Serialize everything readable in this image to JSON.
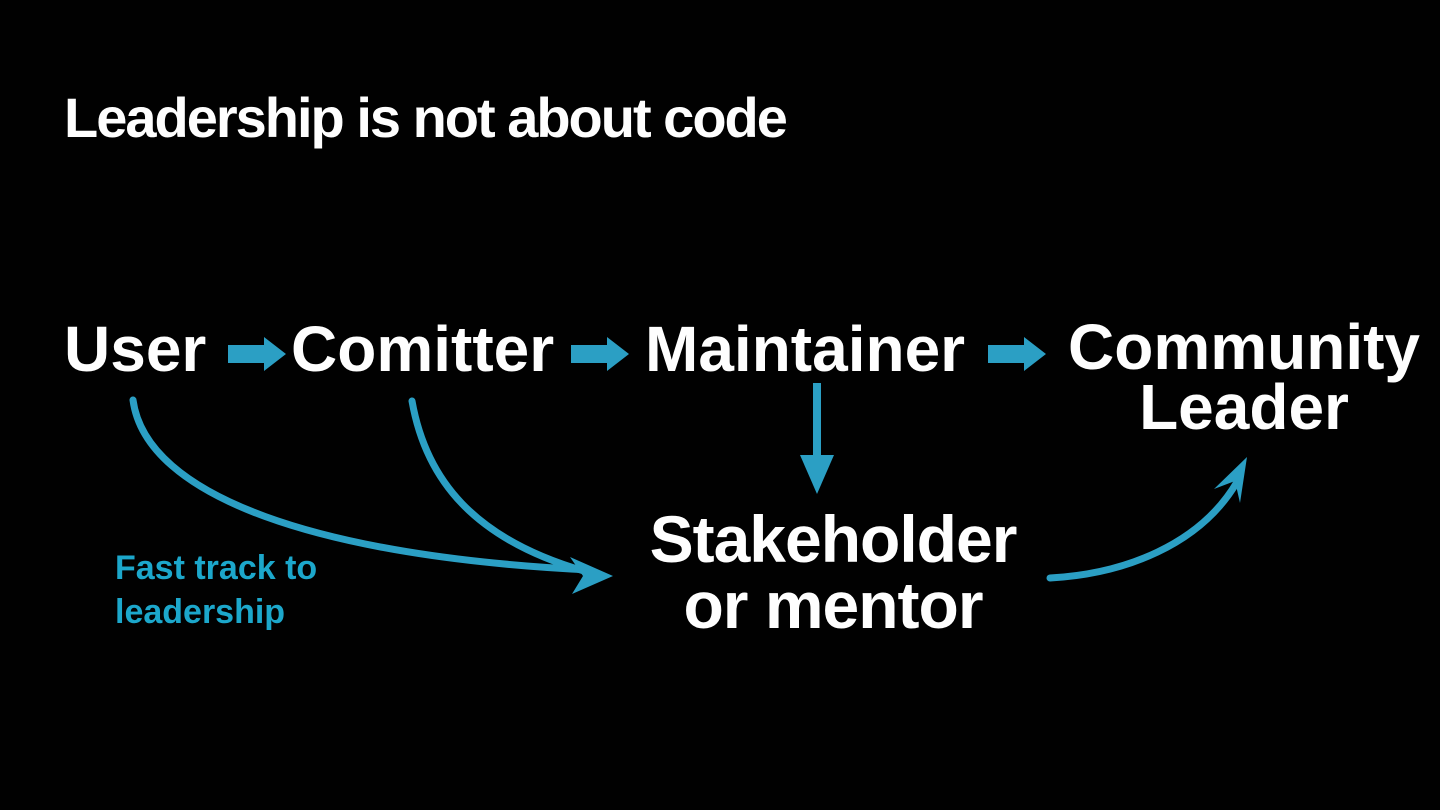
{
  "title": "Leadership is not about code",
  "colors": {
    "background": "#010101",
    "text": "#fefefe",
    "accent": "#2b9fc4",
    "annotation_text": "#1ca7cb"
  },
  "flow": {
    "nodes": [
      {
        "id": "user",
        "label": "User"
      },
      {
        "id": "comitter",
        "label": "Comitter"
      },
      {
        "id": "maintainer",
        "label": "Maintainer"
      },
      {
        "id": "community-leader",
        "line1": "Community",
        "line2": "Leader"
      }
    ],
    "extra_node": {
      "id": "stakeholder",
      "line1": "Stakeholder",
      "line2": "or mentor"
    }
  },
  "annotation": {
    "line1": "Fast track to",
    "line2": "leadership"
  },
  "edges": [
    {
      "from": "user",
      "to": "comitter",
      "style": "block-arrow"
    },
    {
      "from": "comitter",
      "to": "maintainer",
      "style": "block-arrow"
    },
    {
      "from": "maintainer",
      "to": "community-leader",
      "style": "block-arrow"
    },
    {
      "from": "maintainer",
      "to": "stakeholder",
      "style": "straight-down-arrow"
    },
    {
      "from": "user",
      "to": "stakeholder",
      "style": "curved-arrow",
      "label": "Fast track to leadership"
    },
    {
      "from": "comitter",
      "to": "stakeholder",
      "style": "curved-arrow",
      "label": "Fast track to leadership"
    },
    {
      "from": "stakeholder",
      "to": "community-leader",
      "style": "curved-arrow"
    }
  ]
}
